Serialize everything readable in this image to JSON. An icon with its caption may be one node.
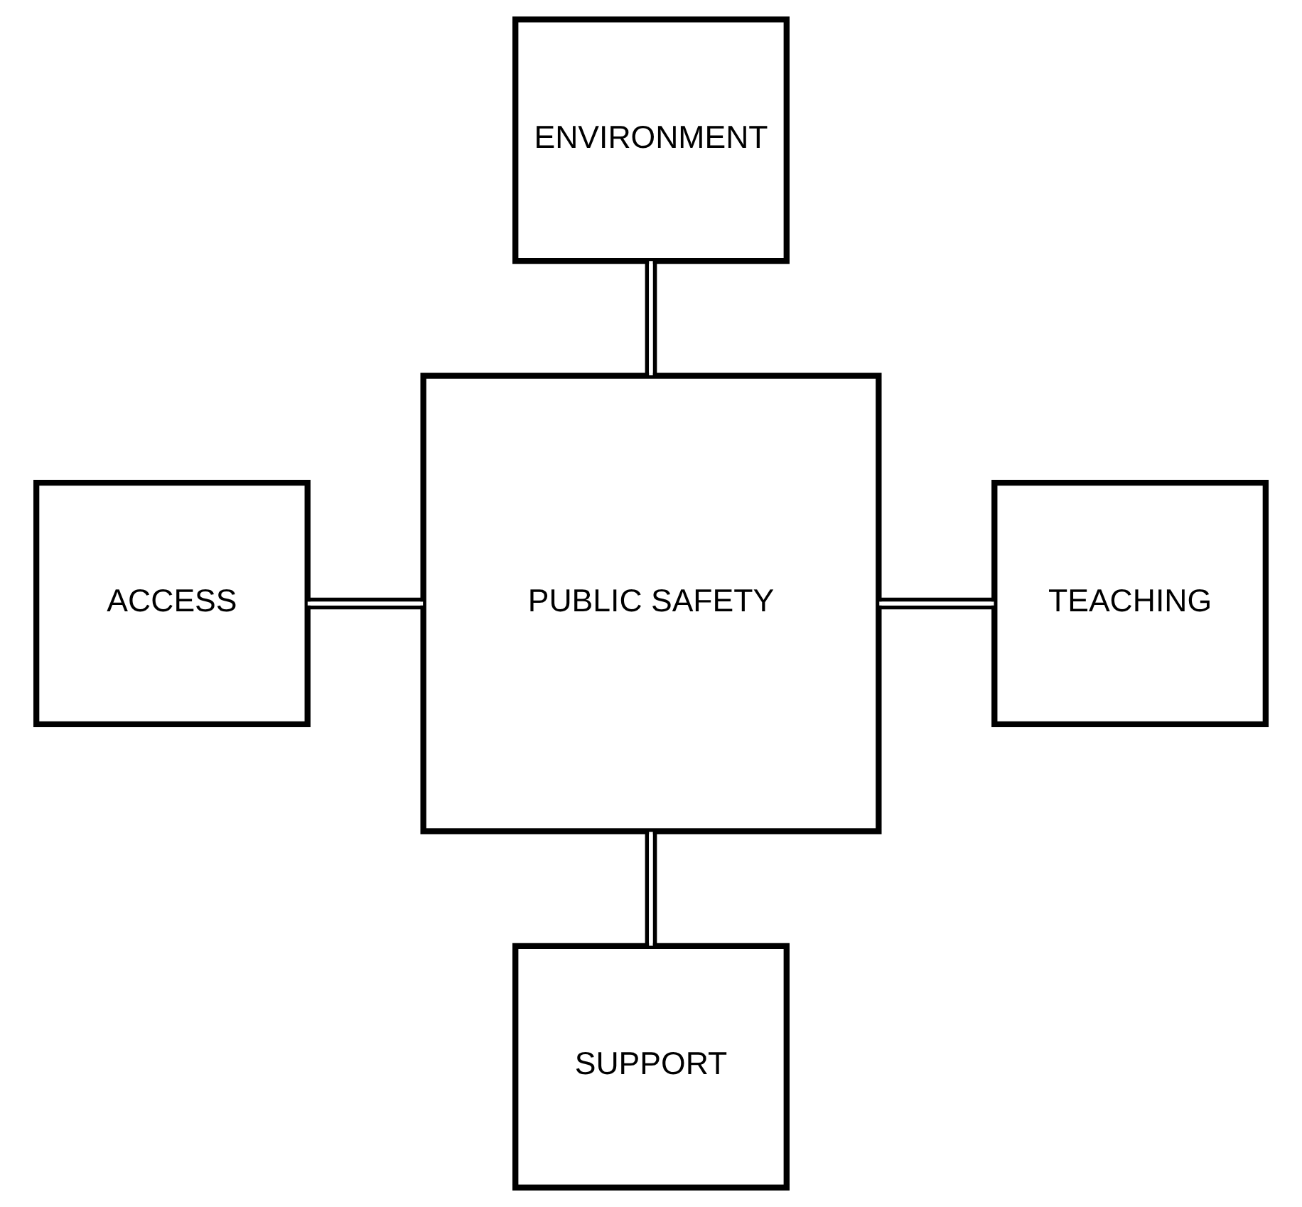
{
  "diagram": {
    "nodes": [
      {
        "text": [
          "ENVIRONMENT"
        ]
      },
      {
        "text": [
          "ACCESS"
        ]
      },
      {
        "text": [
          "PUBLIC SAFETY"
        ]
      },
      {
        "text": [
          "TEACHING"
        ]
      },
      {
        "text": [
          "SUPPORT"
        ]
      }
    ],
    "edges": [
      {
        "from": 0,
        "to": 2,
        "arrow": "none"
      },
      {
        "from": 1,
        "to": 2,
        "arrow": "none"
      },
      {
        "from": 2,
        "to": 3,
        "arrow": "none"
      },
      {
        "from": 2,
        "to": 4,
        "arrow": "none"
      }
    ]
  }
}
